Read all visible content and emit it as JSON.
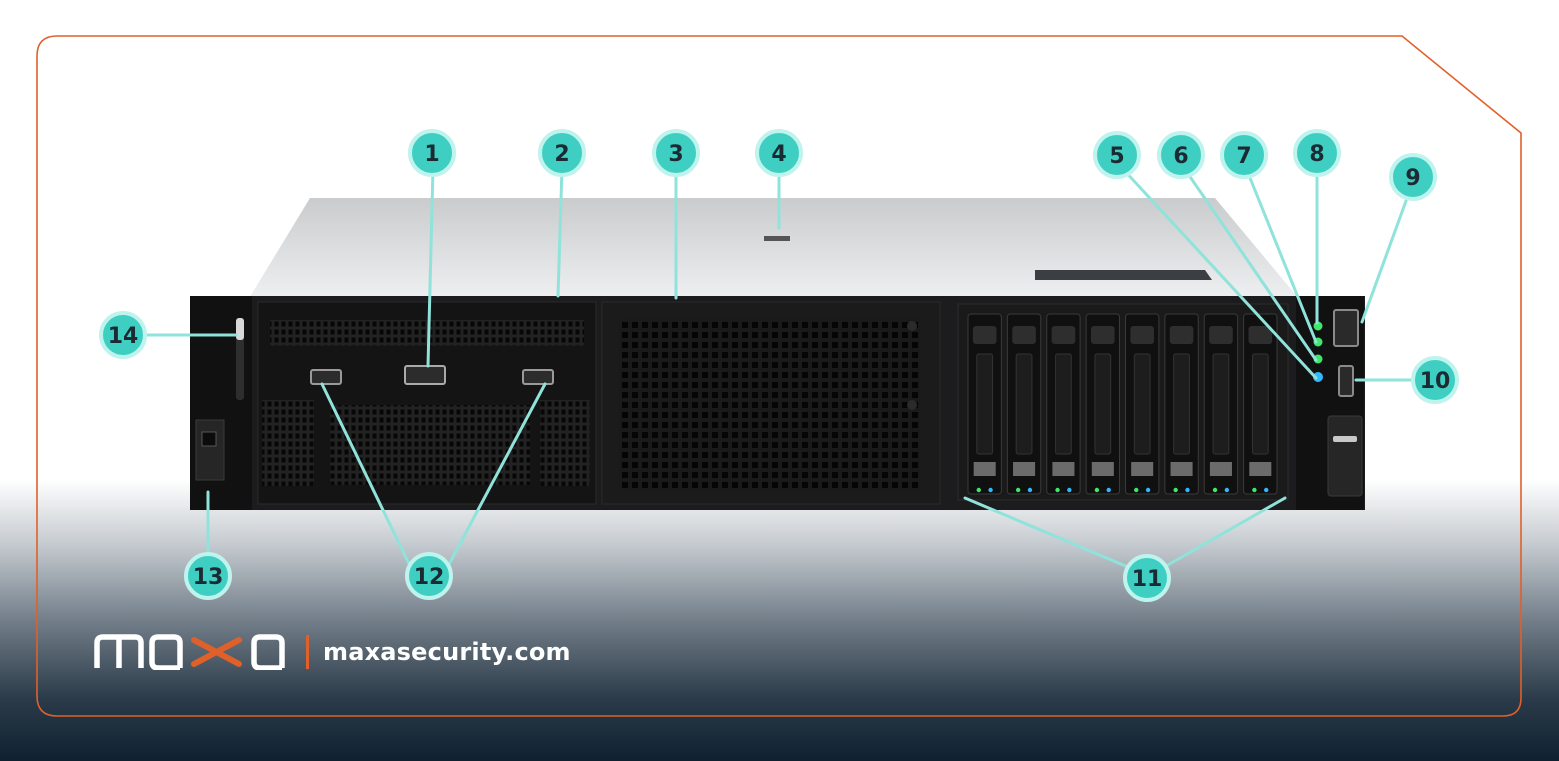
{
  "diagram": {
    "callouts": [
      {
        "number": "1"
      },
      {
        "number": "2"
      },
      {
        "number": "3"
      },
      {
        "number": "4"
      },
      {
        "number": "5"
      },
      {
        "number": "6"
      },
      {
        "number": "7"
      },
      {
        "number": "8"
      },
      {
        "number": "9"
      },
      {
        "number": "10"
      },
      {
        "number": "11"
      },
      {
        "number": "12"
      },
      {
        "number": "13"
      },
      {
        "number": "14"
      }
    ],
    "drive_bay_count": 8
  },
  "branding": {
    "logo_text": "maxa",
    "website": "maxasecurity.com"
  },
  "colors": {
    "frame_border": "#e0602a",
    "callout_fill": "#3fcfc2",
    "callout_ring": "#bff3ee",
    "leader_line": "#8fe3da",
    "chassis_dark": "#1c1c1e",
    "chassis_top": "#d9dbdc",
    "status_led": "#3ee86a",
    "health_led": "#32b8ff"
  }
}
